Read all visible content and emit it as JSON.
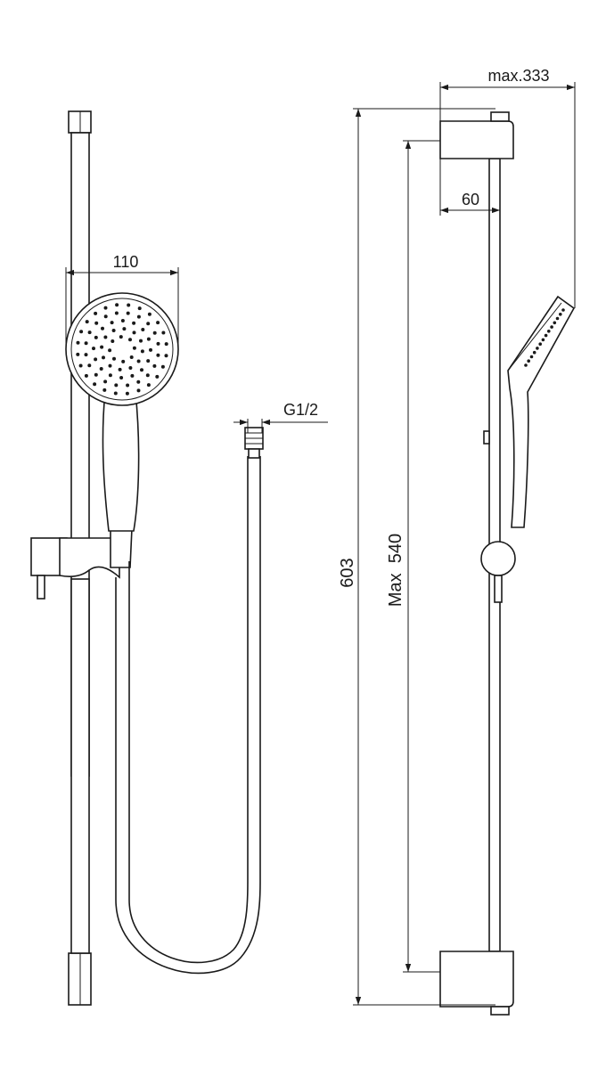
{
  "dimensions": {
    "head_diameter": "110",
    "connection_thread": "G1/2",
    "max_projection": "max.333",
    "bracket_depth": "60",
    "overall_height": "603",
    "max_slide_travel": "Max  540"
  },
  "colors": {
    "line": "#1a1a1a",
    "background": "#ffffff"
  }
}
